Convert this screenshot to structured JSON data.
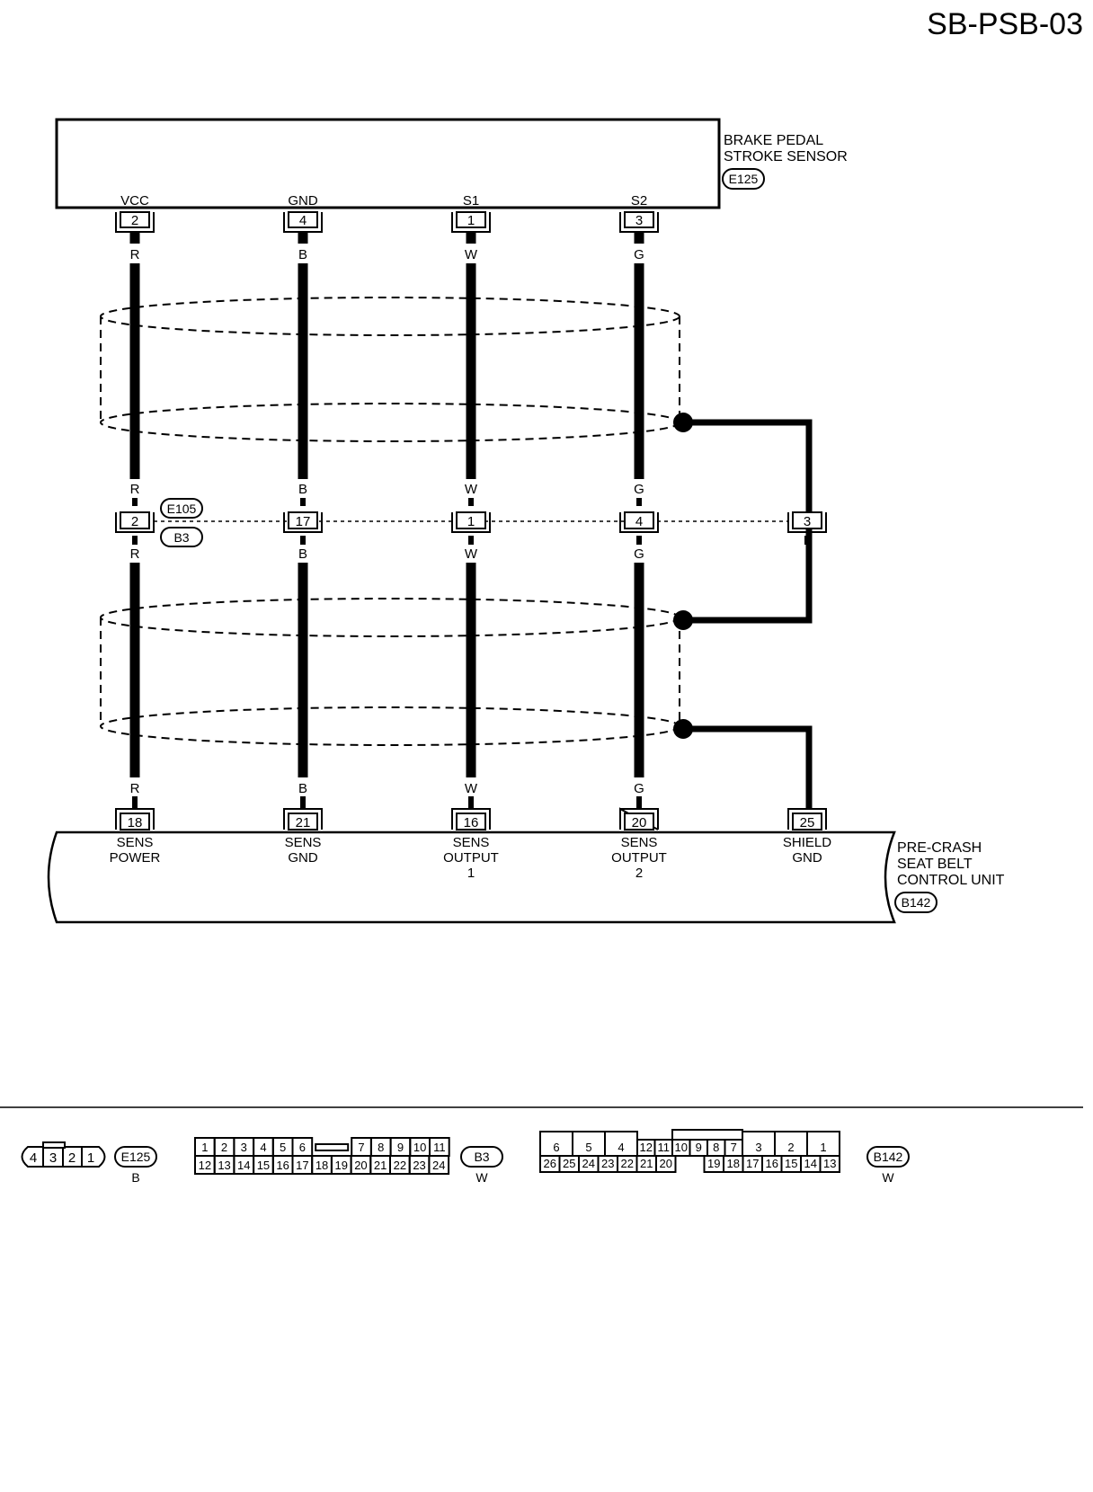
{
  "diagram_code": "SB-PSB-03",
  "top_unit": {
    "name_line1": "BRAKE PEDAL",
    "name_line2": "STROKE SENSOR",
    "connector": "E125",
    "terminals": [
      {
        "name": "VCC",
        "pin": "2"
      },
      {
        "name": "GND",
        "pin": "4"
      },
      {
        "name": "S1",
        "pin": "1"
      },
      {
        "name": "S2",
        "pin": "3"
      }
    ]
  },
  "wires": [
    {
      "color": "R"
    },
    {
      "color": "B"
    },
    {
      "color": "W"
    },
    {
      "color": "G"
    }
  ],
  "middle_connector": {
    "connector_a": "E105",
    "connector_b": "B3",
    "pins": [
      "2",
      "17",
      "1",
      "4",
      "3"
    ]
  },
  "bottom_unit": {
    "name_line1": "PRE-CRASH",
    "name_line2": "SEAT BELT",
    "name_line3": "CONTROL UNIT",
    "connector": "B142",
    "terminals": [
      {
        "pin": "18",
        "line1": "SENS",
        "line2": "POWER",
        "line3": ""
      },
      {
        "pin": "21",
        "line1": "SENS",
        "line2": "GND",
        "line3": ""
      },
      {
        "pin": "16",
        "line1": "SENS",
        "line2": "OUTPUT",
        "line3": "1"
      },
      {
        "pin": "20",
        "line1": "SENS",
        "line2": "OUTPUT",
        "line3": "2"
      },
      {
        "pin": "25",
        "line1": "SHIELD",
        "line2": "GND",
        "line3": ""
      }
    ]
  },
  "connector_views": [
    {
      "code": "E125",
      "color": "B",
      "rows": [
        [
          "4",
          "3",
          "2",
          "1"
        ]
      ]
    },
    {
      "code": "B3",
      "color": "W",
      "rows": [
        [
          "1",
          "2",
          "3",
          "4",
          "5",
          "6",
          "7",
          "8",
          "9",
          "10",
          "11"
        ],
        [
          "12",
          "13",
          "14",
          "15",
          "16",
          "17",
          "18",
          "19",
          "20",
          "21",
          "22",
          "23",
          "24"
        ]
      ]
    },
    {
      "code": "B142",
      "color": "W",
      "rows": [
        [
          "6",
          "5",
          "4",
          "12",
          "11",
          "10",
          "9",
          "8",
          "7",
          "3",
          "2",
          "1"
        ],
        [
          "26",
          "25",
          "24",
          "23",
          "22",
          "21",
          "20",
          "19",
          "18",
          "17",
          "16",
          "15",
          "14",
          "13"
        ]
      ]
    }
  ]
}
